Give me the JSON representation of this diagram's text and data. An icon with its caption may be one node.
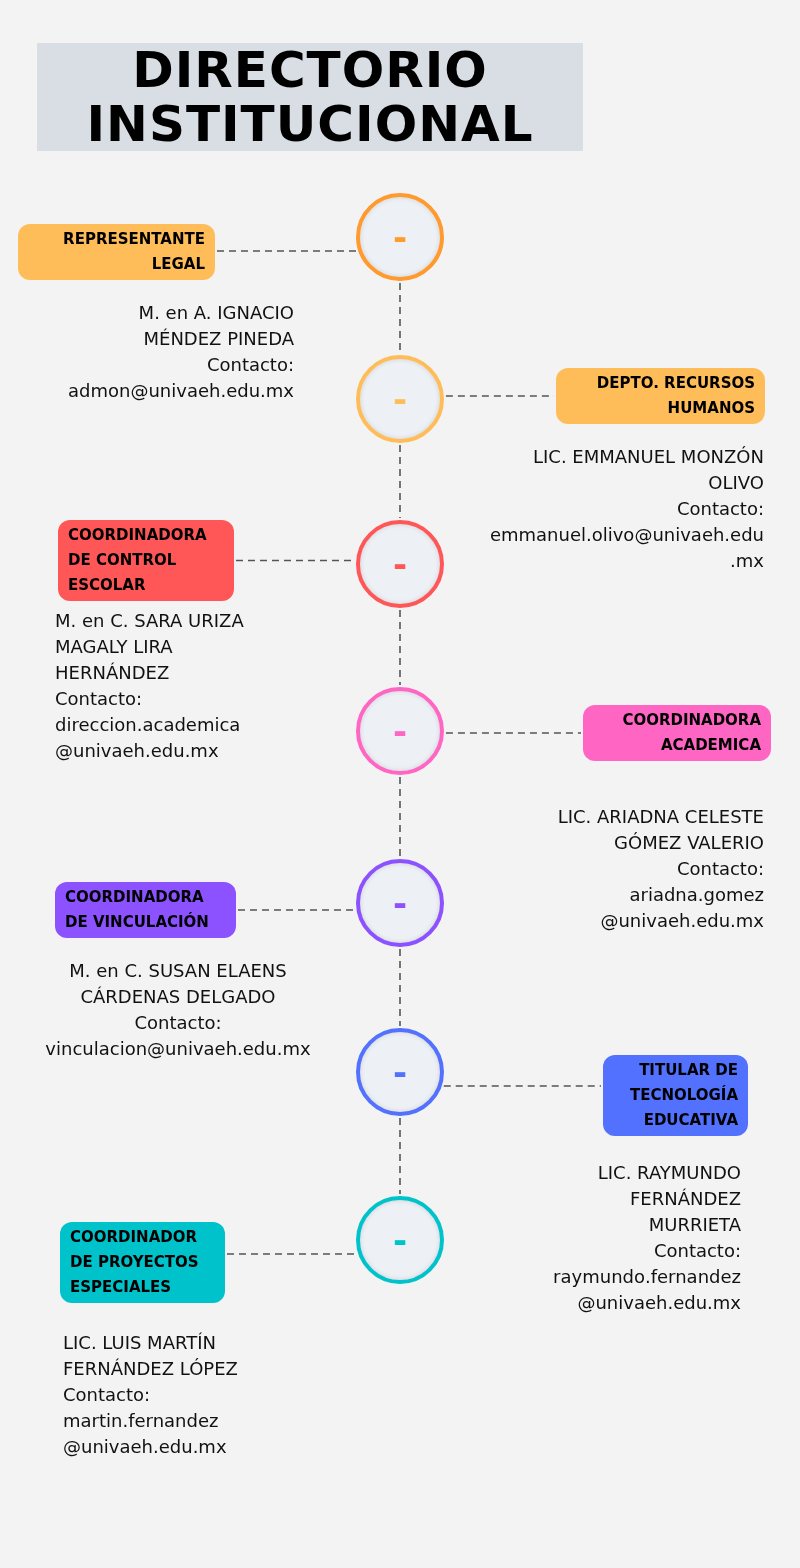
{
  "diagram": {
    "title": "DIRECTORIO INSTITUCIONAL",
    "nodes": [
      {
        "text": [
          "REPRESENTANTE LEGAL"
        ],
        "beside": [
          "M. en A. IGNACIO MÉNDEZ PINEDA",
          "Contacto:",
          "admon@univaeh.edu.mx"
        ]
      },
      {
        "text": [
          "-"
        ]
      },
      {
        "text": [
          "-"
        ]
      },
      {
        "text": [
          "DEPTO. RECURSOS HUMANOS"
        ],
        "beside": [
          "LIC. EMMANUEL MONZÓN OLIVO",
          "Contacto:",
          "emmanuel.olivo@univaeh.edu.mx"
        ]
      },
      {
        "text": [
          "COORDINADORA DE CONTROL ESCOLAR"
        ],
        "beside": [
          "M. en C. SARA URIZA MAGALY LIRA HERNÁNDEZ",
          "Contacto:",
          "direccion.academica@univaeh.edu.mx"
        ]
      },
      {
        "text": [
          "-"
        ]
      },
      {
        "text": [
          "-"
        ]
      },
      {
        "text": [
          "COORDINADORA ACADEMICA"
        ],
        "beside": [
          "LIC. ARIADNA CELESTE GÓMEZ VALERIO",
          "Contacto:",
          "ariadna.gomez@univaeh.edu.mx"
        ]
      },
      {
        "text": [
          "COORDINADORA DE VINCULACIÓN"
        ],
        "beside": [
          "M. en C. SUSAN ELAENS CÁRDENAS DELGADO",
          "Contacto:",
          "vinculacion@univaeh.edu.mx"
        ]
      },
      {
        "text": [
          "-"
        ]
      },
      {
        "text": [
          "-"
        ]
      },
      {
        "text": [
          "TITULAR DE TECNOLOGÍA EDUCATIVA"
        ],
        "beside": [
          "LIC. RAYMUNDO FERNÁNDEZ MURRIETA",
          "Contacto:",
          "raymundo.fernandez@univaeh.edu.mx"
        ]
      },
      {
        "text": [
          "COORDINADOR DE PROYECTOS ESPECIALES"
        ],
        "beside": [
          "LIC. LUIS MARTÍN FERNÁNDEZ LÓPEZ",
          "Contacto:",
          "martin.fernandez@univaeh.edu.mx"
        ]
      },
      {
        "text": [
          "-"
        ]
      }
    ],
    "edges": [
      {
        "from": 0,
        "to": 1,
        "arrow": "none",
        "style": "dashed"
      },
      {
        "from": 1,
        "to": 2,
        "arrow": "none",
        "style": "dashed"
      },
      {
        "from": 2,
        "to": 3,
        "arrow": "none",
        "style": "dashed"
      },
      {
        "from": 2,
        "to": 5,
        "arrow": "none",
        "style": "dashed"
      },
      {
        "from": 4,
        "to": 5,
        "arrow": "none",
        "style": "dashed"
      },
      {
        "from": 5,
        "to": 6,
        "arrow": "none",
        "style": "dashed"
      },
      {
        "from": 6,
        "to": 7,
        "arrow": "none",
        "style": "dashed"
      },
      {
        "from": 6,
        "to": 9,
        "arrow": "none",
        "style": "dashed"
      },
      {
        "from": 8,
        "to": 9,
        "arrow": "none",
        "style": "dashed"
      },
      {
        "from": 9,
        "to": 10,
        "arrow": "none",
        "style": "dashed"
      },
      {
        "from": 10,
        "to": 11,
        "arrow": "none",
        "style": "dashed"
      },
      {
        "from": 10,
        "to": 13,
        "arrow": "none",
        "style": "dashed"
      },
      {
        "from": 12,
        "to": 13,
        "arrow": "none",
        "style": "dashed"
      }
    ]
  }
}
